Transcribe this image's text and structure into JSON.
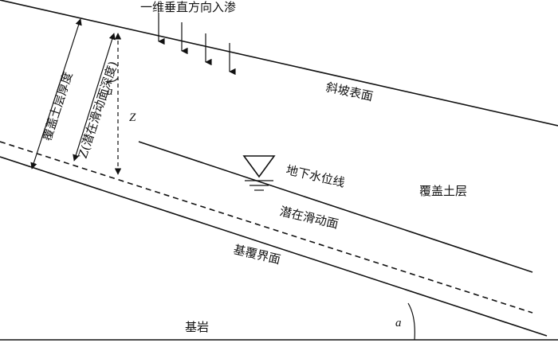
{
  "labels": {
    "infiltration": "一维垂直方向入渗",
    "slope_surface": "斜坡表面",
    "groundwater_level": "地下水位线",
    "cover_layer": "覆盖土层",
    "potential_slip": "潜在滑动面",
    "interface": "基覆界面",
    "bedrock": "基岩",
    "cover_thickness": "覆盖土层厚度",
    "slip_depth": "Z(潜在滑动面深度)",
    "z_symbol": "Z",
    "alpha_top": "a",
    "alpha_bottom": "a"
  },
  "colors": {
    "ink": "#111111",
    "background": "#ffffff"
  }
}
